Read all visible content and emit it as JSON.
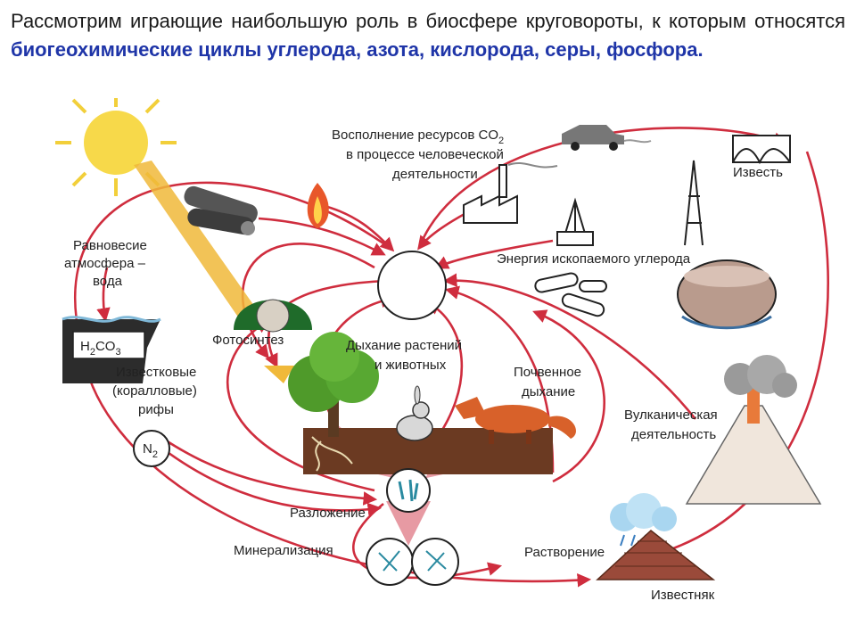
{
  "intro": {
    "plain": "Рассмотрим играющие наибольшую роль в биосфере круговороты, к которым относятся",
    "highlight": "биогеохимические циклы углерода, азота, кислорода, серы, фосфора."
  },
  "labels": {
    "replenish_1": "Восполнение ресурсов CO",
    "replenish_sub": "2",
    "replenish_2": "в процессе человеческой",
    "replenish_3": "деятельности",
    "lime": "Известь",
    "equilibrium_1": "Равновесие",
    "equilibrium_2": "атмосфера –",
    "equilibrium_3": "вода",
    "carbonic_main": "H",
    "carbonic_sub1": "2",
    "carbonic_mid": "CO",
    "carbonic_sub2": "3",
    "reefs_1": "Известковые",
    "reefs_2": "(коралловые)",
    "reefs_3": "рифы",
    "nitrogen_main": "N",
    "nitrogen_sub": "2",
    "fossil_energy": "Энергия ископаемого углерода",
    "photosynthesis": "Фотосинтез",
    "respiration_1": "Дыхание растений",
    "respiration_2": "и животных",
    "soil_resp_1": "Почвенное",
    "soil_resp_2": "дыхание",
    "volcanic_1": "Вулканическая",
    "volcanic_2": "деятельность",
    "decomposition": "Разложение",
    "mineralization": "Минерализация",
    "dissolution": "Растворение",
    "limestone": "Известняк"
  },
  "colors": {
    "cycle_arrow": "#cf2d3e",
    "highlight_text": "#1f35a8",
    "soil": "#6b3a22",
    "tree": "#4f9a2a",
    "sun": "#f7d94a"
  }
}
